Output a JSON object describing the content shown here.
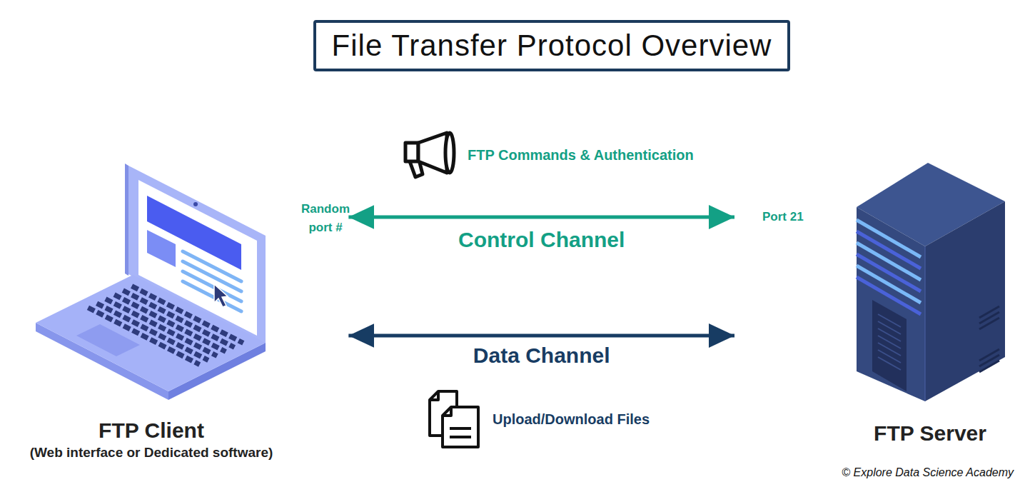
{
  "diagram": {
    "title": "File Transfer Protocol Overview",
    "nodes": [
      {
        "text": [
          "FTP Client",
          "(Web interface or Dedicated software)"
        ]
      },
      {
        "text": [
          "FTP Server"
        ]
      }
    ],
    "edges": [
      {
        "from": 0,
        "to": 1,
        "label": "Control Channel",
        "arrow": "both"
      },
      {
        "from": 0,
        "to": 1,
        "label": "Data Channel",
        "arrow": "both"
      }
    ],
    "labels": [
      "FTP Commands & Authentication",
      "Random port #",
      "Port 21",
      "Upload/Download Files",
      "© Explore Data Science Academy"
    ]
  }
}
